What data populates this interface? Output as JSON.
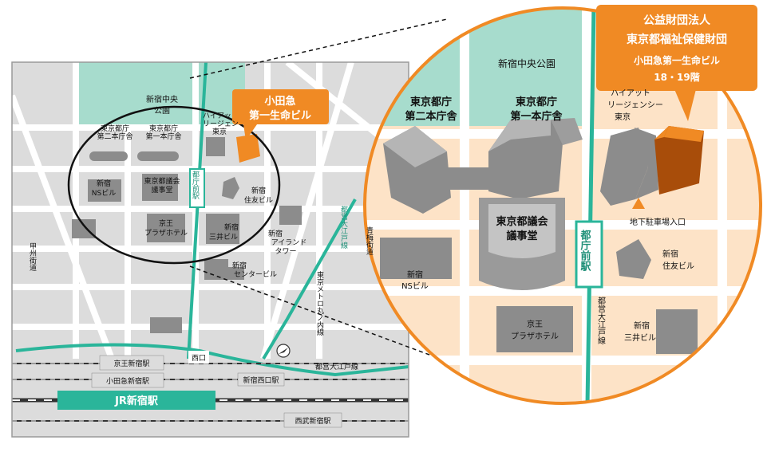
{
  "colors": {
    "park": "#a7dccd",
    "block": "#dcdcdc",
    "road": "#ffffff",
    "building_gray": "#8c8c8c",
    "highlight": "#f08a24",
    "highlight_dark": "#a84d0a",
    "subway": "#2ab59a",
    "lens_bg": "#fde3c7"
  },
  "callout": {
    "line1": "公益財団法人",
    "line2": "東京都福祉保健財団",
    "line3": "小田急第一生命ビル",
    "line4": "18・19階"
  },
  "overview": {
    "target_line1": "小田急",
    "target_line2": "第一生命ビル",
    "shinjuku_chuo_park_1": "新宿中央",
    "shinjuku_chuo_park_2": "公園",
    "hyatt_1": "ハイアッ",
    "hyatt_2": "リージェン",
    "hyatt_3": "東京",
    "tocho2_1": "東京都庁",
    "tocho2_2": "第二本庁舎",
    "tocho1_1": "東京都庁",
    "tocho1_2": "第一本庁舎",
    "gikai_1": "東京都議会",
    "gikai_2": "議事堂",
    "ns_1": "新宿",
    "ns_2": "NSビル",
    "sumitomo_1": "新宿",
    "sumitomo_2": "住友ビル",
    "tochomae_station": "都庁前駅",
    "keio_plaza_1": "京王",
    "keio_plaza_2": "プラザホテル",
    "mitsui_1": "新宿",
    "mitsui_2": "三井ビル",
    "island_1": "新宿",
    "island_2": "アイランド",
    "island_3": "タワー",
    "center_1": "新宿",
    "center_2": "センタービル",
    "oedo_vertical": "都営大江戸線",
    "ome_kaido": "青梅街道",
    "marunouchi": "東京メトロ丸ノ内線",
    "koshu_kaido": "甲州街道",
    "nishiguchi": "西口",
    "oedo_line": "都営大江戸線",
    "shinjuku_nishiguchi_sta": "新宿西口駅",
    "keio_shinjuku_sta": "京王新宿駅",
    "odakyu_shinjuku_sta": "小田急新宿駅",
    "jr_shinjuku_sta": "JR新宿駅",
    "seibu_shinjuku_sta": "西武新宿駅"
  },
  "detail": {
    "shinjuku_chuo_park": "新宿中央公園",
    "tocho2_1": "東京都庁",
    "tocho2_2": "第二本庁舎",
    "tocho1_1": "東京都庁",
    "tocho1_2": "第一本庁舎",
    "hyatt_1": "ハイアット",
    "hyatt_2": "リージェンシー",
    "hyatt_3": "東京",
    "gikai_1": "東京都議会",
    "gikai_2": "議事堂",
    "parking": "地下駐車場入口",
    "tochomae_station": "都庁前駅",
    "ns_1": "新宿",
    "ns_2": "NSビル",
    "sumitomo_1": "新宿",
    "sumitomo_2": "住友ビル",
    "keio_plaza_1": "京王",
    "keio_plaza_2": "プラザホテル",
    "oedo_vertical": "都営大江戸線",
    "mitsui_1": "新宿",
    "mitsui_2": "三井ビル"
  }
}
